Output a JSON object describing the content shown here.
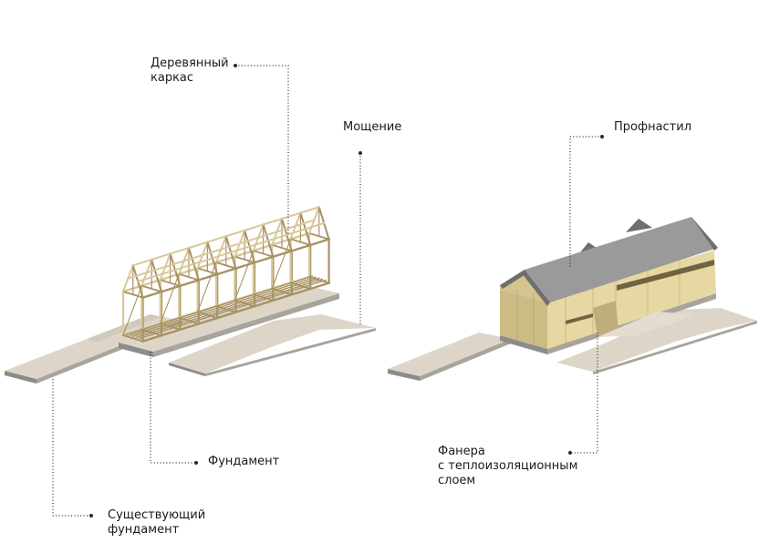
{
  "labels": {
    "wood_frame": "Деревянный\nкаркас",
    "paving": "Мощение",
    "foundation": "Фундамент",
    "existing_foundation": "Существующий\nфундамент",
    "profiled_sheet": "Профнастил",
    "plywood": "Фанера\nс теплоизоляционным\nслоем"
  },
  "colors": {
    "slab_top": "#ddd6c8",
    "slab_side": "#8c8c8c",
    "wood": "#d8c79a",
    "wood_dark": "#a89264",
    "roof": "#9a9a9a",
    "roof_dark": "#6f6f6f",
    "wall": "#e7d7a2",
    "wall_shade": "#cdbb86",
    "window": "#6f6342"
  }
}
